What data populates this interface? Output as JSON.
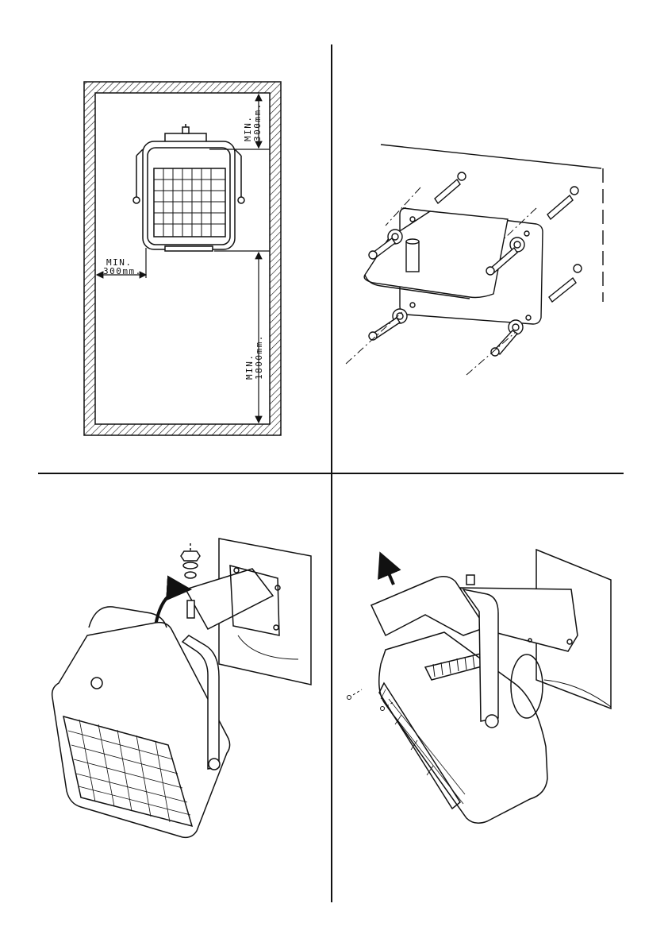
{
  "panel_clearances": {
    "top_dim": {
      "line1": "MIN.",
      "line2": "300mm."
    },
    "side_dim": {
      "line1": "MIN.",
      "line2": "300mm."
    },
    "floor_dim": {
      "line1": "MIN.",
      "line2": "1800mm."
    }
  },
  "panels": {
    "top_left": "wall-clearance-diagram",
    "top_right": "bracket-mounting-diagram",
    "bottom_left": "heater-hanging-diagram",
    "bottom_right": "cover-removal-diagram"
  },
  "colors": {
    "ink": "#111111",
    "background": "#ffffff"
  }
}
